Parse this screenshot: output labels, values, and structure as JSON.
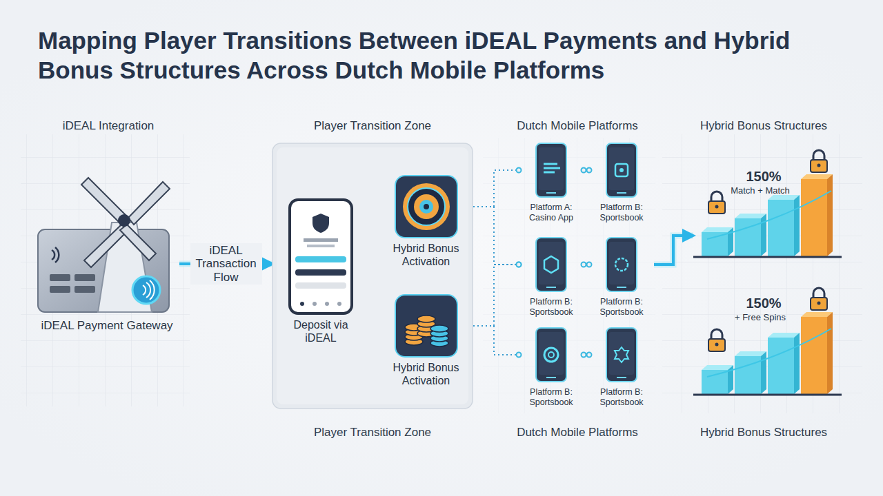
{
  "diagram": {
    "title": "Mapping Player Transitions Between iDEAL Payments and Hybrid Bonus Structures Across Dutch Mobile Platforms",
    "nodes": [
      {
        "text": [
          "iDEAL Payment Gateway"
        ]
      },
      {
        "text": [
          "Player Transition Zone"
        ]
      },
      {
        "text": [
          "Deposit via iDEAL"
        ],
        "in": 1
      },
      {
        "text": [
          "Hybrid Bonus Activation"
        ],
        "in": 1
      },
      {
        "text": [
          "Hybrid Bonus Activation"
        ],
        "in": 1
      },
      {
        "text": [
          "Platform A: Casino App"
        ]
      },
      {
        "text": [
          "Platform B: Sportsbook"
        ]
      },
      {
        "text": [
          "Platform B: Sportsbook"
        ]
      },
      {
        "text": [
          "Platform B: Sportsbook"
        ]
      },
      {
        "text": [
          "Platform B: Sportsbook"
        ]
      },
      {
        "text": [
          "Platform B: Sportsbook"
        ]
      },
      {
        "text": [
          "150%",
          "Match + Match"
        ]
      },
      {
        "text": [
          "150%",
          "+ Free Spins"
        ]
      }
    ],
    "edges": [
      {
        "from": 0,
        "to": 1,
        "label": "iDEAL Transaction Flow",
        "arrow": "to"
      },
      {
        "from": 2,
        "to": 3,
        "arrow": "none"
      },
      {
        "from": 2,
        "to": 4,
        "arrow": "none"
      },
      {
        "from": 3,
        "to": 5,
        "arrow": "none"
      },
      {
        "from": 3,
        "to": 7,
        "arrow": "none"
      },
      {
        "from": 4,
        "to": 7,
        "arrow": "none"
      },
      {
        "from": 4,
        "to": 9,
        "arrow": "none"
      },
      {
        "from": 5,
        "to": 6,
        "arrow": "none"
      },
      {
        "from": 7,
        "to": 8,
        "arrow": "none"
      },
      {
        "from": 9,
        "to": 10,
        "arrow": "none"
      },
      {
        "from": 8,
        "to": 11,
        "arrow": "to"
      }
    ],
    "labels": [
      "iDEAL Integration",
      "Dutch Mobile Platforms",
      "Hybrid Bonus Structures",
      "Player Transition Zone",
      "Dutch Mobile Platforms",
      "Hybrid Bonus Structures"
    ]
  }
}
